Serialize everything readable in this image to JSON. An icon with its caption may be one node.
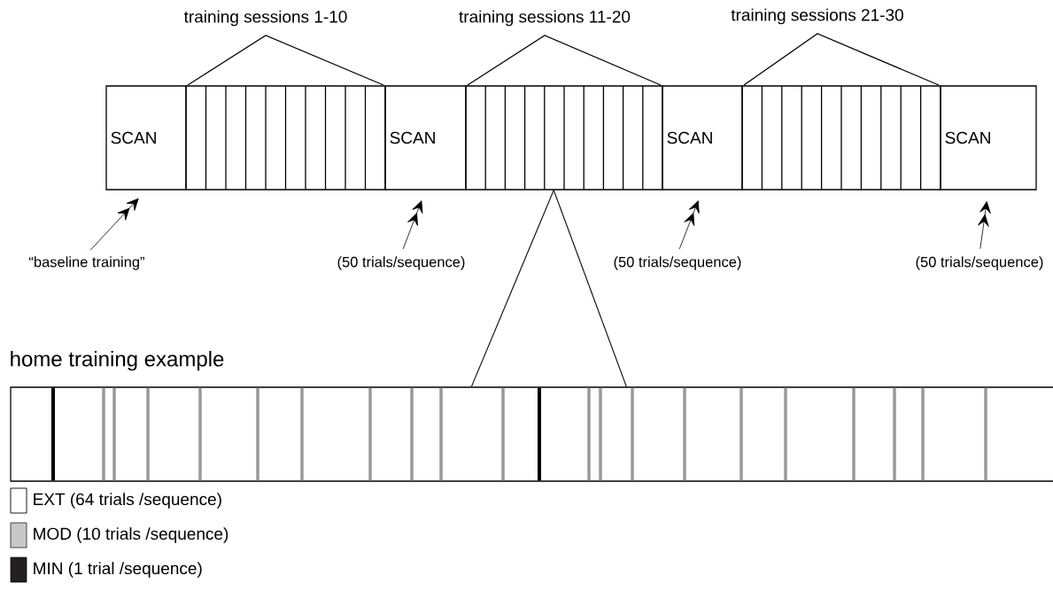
{
  "diagram": {
    "nodes": [
      {
        "text": [
          "SCAN"
        ]
      },
      {
        "text": [
          "training sessions 1-10"
        ]
      },
      {
        "text": [
          "SCAN"
        ]
      },
      {
        "text": [
          "training sessions 11-20"
        ]
      },
      {
        "text": [
          "SCAN"
        ]
      },
      {
        "text": [
          "training sessions 21-30"
        ]
      },
      {
        "text": [
          "SCAN"
        ]
      },
      {
        "text": [
          "“baseline training”"
        ]
      },
      {
        "text": [
          "(50 trials/sequence)"
        ]
      },
      {
        "text": [
          "(50 trials/sequence)"
        ]
      },
      {
        "text": [
          "(50 trials/sequence)"
        ]
      },
      {
        "text": [
          "home training example"
        ]
      }
    ],
    "edges": [
      {
        "from": 7,
        "to": 0,
        "arrow": "to"
      },
      {
        "from": 8,
        "to": 2,
        "arrow": "to"
      },
      {
        "from": 9,
        "to": 4,
        "arrow": "to"
      },
      {
        "from": 10,
        "to": 6,
        "arrow": "to"
      },
      {
        "from": 3,
        "to": 11,
        "arrow": "none"
      },
      {
        "from": 3,
        "to": 11,
        "arrow": "none"
      }
    ],
    "legend": [
      {
        "text": "EXT (64 trials /sequence)"
      },
      {
        "text": "MOD (10 trials /sequence)",
        "color": "#c8c8c8"
      },
      {
        "text": "MIN (1 trial /sequence)",
        "color": "#231f20"
      }
    ]
  }
}
